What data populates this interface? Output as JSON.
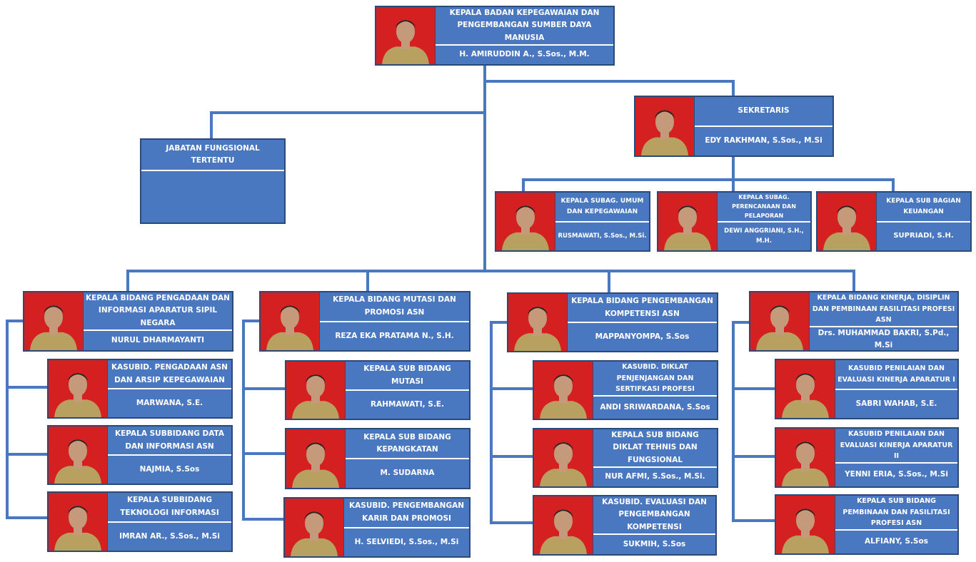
{
  "colors": {
    "box": "#4a78c0",
    "border": "#2a4a7a",
    "photo_bg": "#d42020",
    "line": "#4a78c0"
  },
  "head": {
    "title": "KEPALA BADAN KEPEGAWAIAN DAN PENGEMBANGAN SUMBER DAYA MANUSIA",
    "name": "H. AMIRUDDIN A., S.Sos., M.M."
  },
  "fungsional": {
    "title": "JABATAN FUNGSIONAL TERTENTU"
  },
  "sekretaris": {
    "title": "SEKRETARIS",
    "name": "EDY RAKHMAN, S.Sos., M.Si"
  },
  "subbag": [
    {
      "title": "KEPALA SUBAG. UMUM DAN KEPEGAWAIAN",
      "name": "RUSMAWATI, S.Sos., M.Si."
    },
    {
      "title": "KEPALA SUBAG. PERENCANAAN DAN PELAPORAN",
      "name": "DEWI ANGGRIANI, S.H., M.H."
    },
    {
      "title": "KEPALA SUB BAGIAN KEUANGAN",
      "name": "SUPRIADI, S.H."
    }
  ],
  "bidang": [
    {
      "title": "KEPALA BIDANG PENGADAAN DAN INFORMASI APARATUR SIPIL NEGARA",
      "name": "NURUL DHARMAYANTI",
      "subs": [
        {
          "title": "KASUBID. PENGADAAN ASN DAN ARSIP KEPEGAWAIAN",
          "name": "MARWANA, S.E."
        },
        {
          "title": "KEPALA SUBBIDANG DATA DAN INFORMASI ASN",
          "name": "NAJMIA, S.Sos"
        },
        {
          "title": "KEPALA SUBBIDANG TEKNOLOGI INFORMASI",
          "name": "IMRAN AR., S.Sos., M.Si"
        }
      ]
    },
    {
      "title": "KEPALA BIDANG MUTASI DAN PROMOSI ASN",
      "name": "REZA EKA PRATAMA N., S.H.",
      "subs": [
        {
          "title": "KEPALA SUB BIDANG MUTASI",
          "name": "RAHMAWATI, S.E."
        },
        {
          "title": "KEPALA SUB BIDANG KEPANGKATAN",
          "name": "M. SUDARNA"
        },
        {
          "title": "KASUBID. PENGEMBANGAN KARIR DAN PROMOSI",
          "name": "H. SELVIEDI, S.Sos., M.Si"
        }
      ]
    },
    {
      "title": "KEPALA BIDANG PENGEMBANGAN KOMPETENSI ASN",
      "name": "MAPPANYOMPA, S.Sos",
      "subs": [
        {
          "title": "KASUBID. DIKLAT PENJENJANGAN DAN SERTIFKASI PROFESI",
          "name": "ANDI SRIWARDANA, S.Sos"
        },
        {
          "title": "KEPALA SUB BIDANG DIKLAT TEHNIS DAN FUNGSIONAL",
          "name": "NUR AFMI, S.Sos., M.Si."
        },
        {
          "title": "KASUBID. EVALUASI DAN PENGEMBANGAN KOMPETENSI",
          "name": "SUKMIH, S.Sos"
        }
      ]
    },
    {
      "title": "KEPALA BIDANG KINERJA, DISIPLIN DAN PEMBINAAN FASILITASI PROFESI ASN",
      "name": "Drs. MUHAMMAD BAKRI, S.Pd., M.Si",
      "subs": [
        {
          "title": "KASUBID PENILAIAN DAN EVALUASI KINERJA APARATUR I",
          "name": "SABRI WAHAB, S.E."
        },
        {
          "title": "KASUBID PENILAIAN DAN EVALUASI KINERJA APARATUR II",
          "name": "YENNI ERIA, S.Sos., M.Si"
        },
        {
          "title": "KEPALA SUB BIDANG PEMBINAAN DAN FASILITASI PROFESI ASN",
          "name": "ALFIANY, S.Sos"
        }
      ]
    }
  ]
}
